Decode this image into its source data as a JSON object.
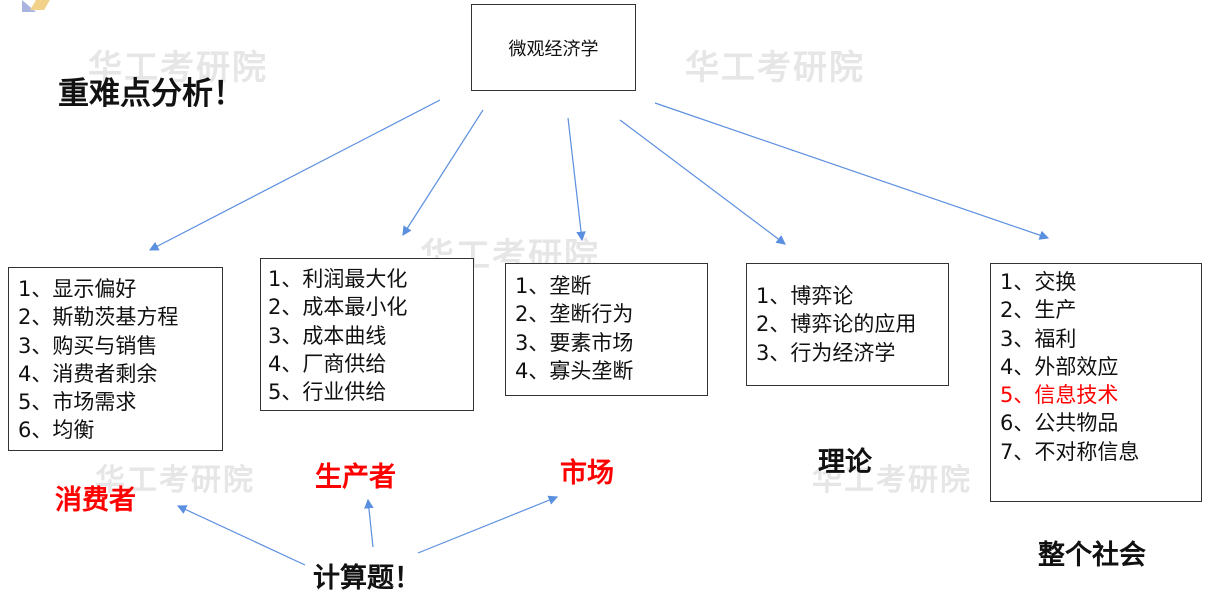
{
  "watermark": "华工考研院",
  "title": "重难点分析！",
  "root": "微观经济学",
  "boxes": [
    {
      "items": [
        "1、显示偏好",
        "2、斯勒茨基方程",
        "3、购买与销售",
        "4、消费者剩余",
        "5、市场需求",
        "6、均衡"
      ]
    },
    {
      "items": [
        "1、利润最大化",
        "2、成本最小化",
        "3、成本曲线",
        "4、厂商供给",
        "5、行业供给"
      ]
    },
    {
      "items": [
        "1、垄断",
        "2、垄断行为",
        "3、要素市场",
        "4、寡头垄断"
      ]
    },
    {
      "items": [
        "1、博弈论",
        "2、博弈论的应用",
        "3、行为经济学"
      ]
    },
    {
      "items": [
        "1、交换",
        "2、生产",
        "3、福利",
        "4、外部效应",
        "5、信息技术",
        "6、公共物品",
        "7、不对称信息"
      ],
      "highlight_index": 4
    }
  ],
  "labels": {
    "consumer": "消费者",
    "producer": "生产者",
    "market": "市场",
    "theory": "理论",
    "society": "整个社会",
    "calc": "计算题！"
  },
  "colors": {
    "arrow": "#5b8fe0",
    "highlight": "#ff0000"
  }
}
